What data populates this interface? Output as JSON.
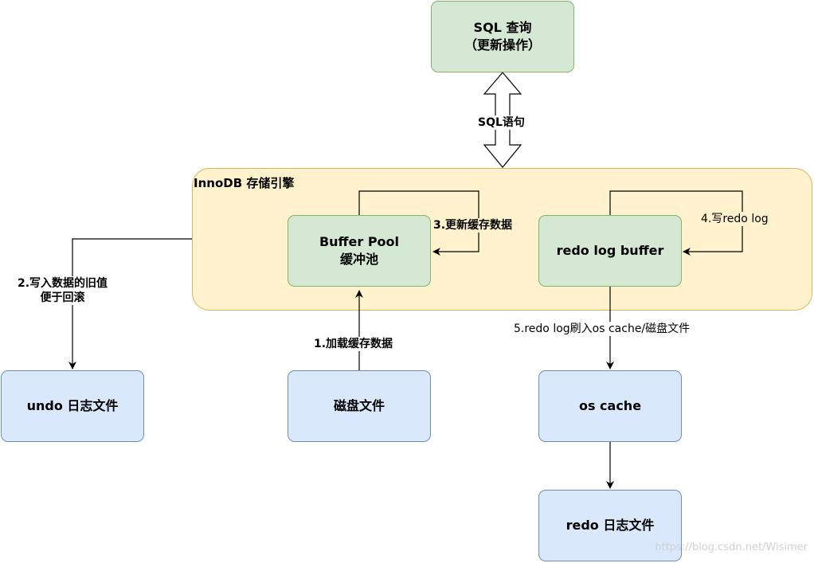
{
  "nodes": {
    "sql_query": {
      "line1": "SQL 查询",
      "line2": "（更新操作）"
    },
    "innodb": {
      "title": "InnoDB 存储引擎"
    },
    "buffer_pool": {
      "line1": "Buffer Pool",
      "line2": "缓冲池"
    },
    "redo_log_buffer": {
      "label": "redo log buffer"
    },
    "undo_file": {
      "label": "undo 日志文件"
    },
    "disk_file": {
      "label": "磁盘文件"
    },
    "os_cache": {
      "label": "os cache"
    },
    "redo_file": {
      "label": "redo 日志文件"
    }
  },
  "edges": {
    "sql_statement": "SQL语句",
    "step1": "1.加载缓存数据",
    "step2_line1": "2.写入数据的旧值",
    "step2_line2": "便于回滚",
    "step3": "3.更新缓存数据",
    "step4": "4.写redo log",
    "step5": "5.redo log刷入os cache/磁盘文件"
  },
  "colors": {
    "green_fill": "#d5e8d4",
    "green_stroke": "#82b366",
    "blue_fill": "#dae8fc",
    "blue_stroke": "#6c8ebf",
    "yellow_fill": "#fff2cc",
    "yellow_stroke": "#d6b656"
  },
  "watermark": "https://blog.csdn.net/Wisimer"
}
